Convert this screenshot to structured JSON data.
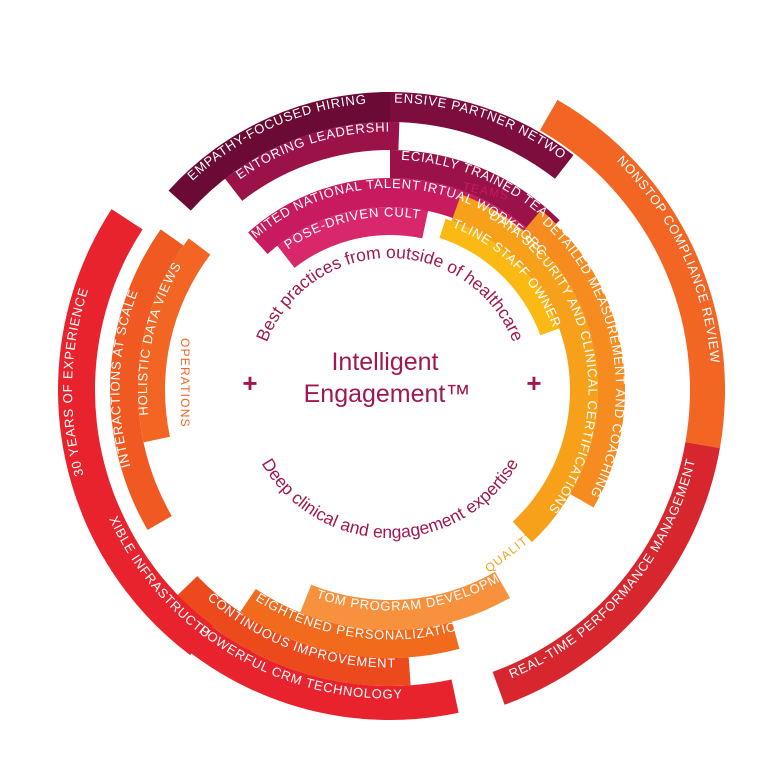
{
  "center": {
    "title_line1": "Intelligent",
    "title_line2": "Engagement™",
    "top_arc": "Best practices from outside of healthcare",
    "bottom_arc": "Deep clinical and engagement expertise",
    "plus_symbol": "+"
  },
  "categories": {
    "teams": "TEAMS",
    "operations": "OPERATIONS",
    "quality": "QUALITY"
  },
  "teams_bands": [
    {
      "label": "PURPOSE-DRIVEN CULTURE",
      "color": "#d9276b"
    },
    {
      "label": "VIRTUAL WORKFORCE",
      "color": "#c81a5e"
    },
    {
      "label": "UNLIMITED NATIONAL TALENT POOL",
      "color": "#c81a5e"
    },
    {
      "label": "SPECIALLY TRAINED TEAMS",
      "color": "#9b1248"
    },
    {
      "label": "MENTORING LEADERSHIP",
      "color": "#9b1248"
    },
    {
      "label": "EXTENSIVE PARTNER NETWORK",
      "color": "#7c0d3d"
    },
    {
      "label": "EMPATHY-FOCUSED HIRING",
      "color": "#6b0a35"
    }
  ],
  "operations_bands": [
    {
      "label": "HOLISTIC DATA VIEWS",
      "color": "#f26522"
    },
    {
      "label": "INTERACTIONS AT SCALE",
      "color": "#f05a22"
    },
    {
      "label": "30 YEARS OF EXPERIENCE",
      "color": "#e8232d"
    },
    {
      "label": "CUSTOM PROGRAM DEVELOPMENT",
      "color": "#f7913d"
    },
    {
      "label": "HEIGHTENED PERSONALIZATION",
      "color": "#f26a1b"
    },
    {
      "label": "CONTINUOUS IMPROVEMENT",
      "color": "#ec4a1c"
    },
    {
      "label": "FLEXIBLE INFRASTRUCTURE",
      "color": "#e8232d"
    },
    {
      "label": "POWERFUL CRM TECHNOLOGY",
      "color": "#e8232d"
    }
  ],
  "quality_bands": [
    {
      "label": "FRONTLINE STAFF OWNERSHIP",
      "color": "#fbb913"
    },
    {
      "label": "DATA SECURITY AND CLINICAL CERTIFICATIONS",
      "color": "#f7a11a"
    },
    {
      "label": "DETAILED MEASUREMENT AND  COACHING",
      "color": "#f68b1f"
    },
    {
      "label": "NONSTOP COMPLIANCE REVIEW",
      "color": "#f26522"
    },
    {
      "label": "REAL-TIME PERFORMANCE MANAGEMENT",
      "color": "#d7262e"
    }
  ],
  "colors": {
    "brand": "#a01850",
    "teams_label": "#c81a5e",
    "operations_label": "#f26522",
    "quality_label": "#f7a11a"
  }
}
